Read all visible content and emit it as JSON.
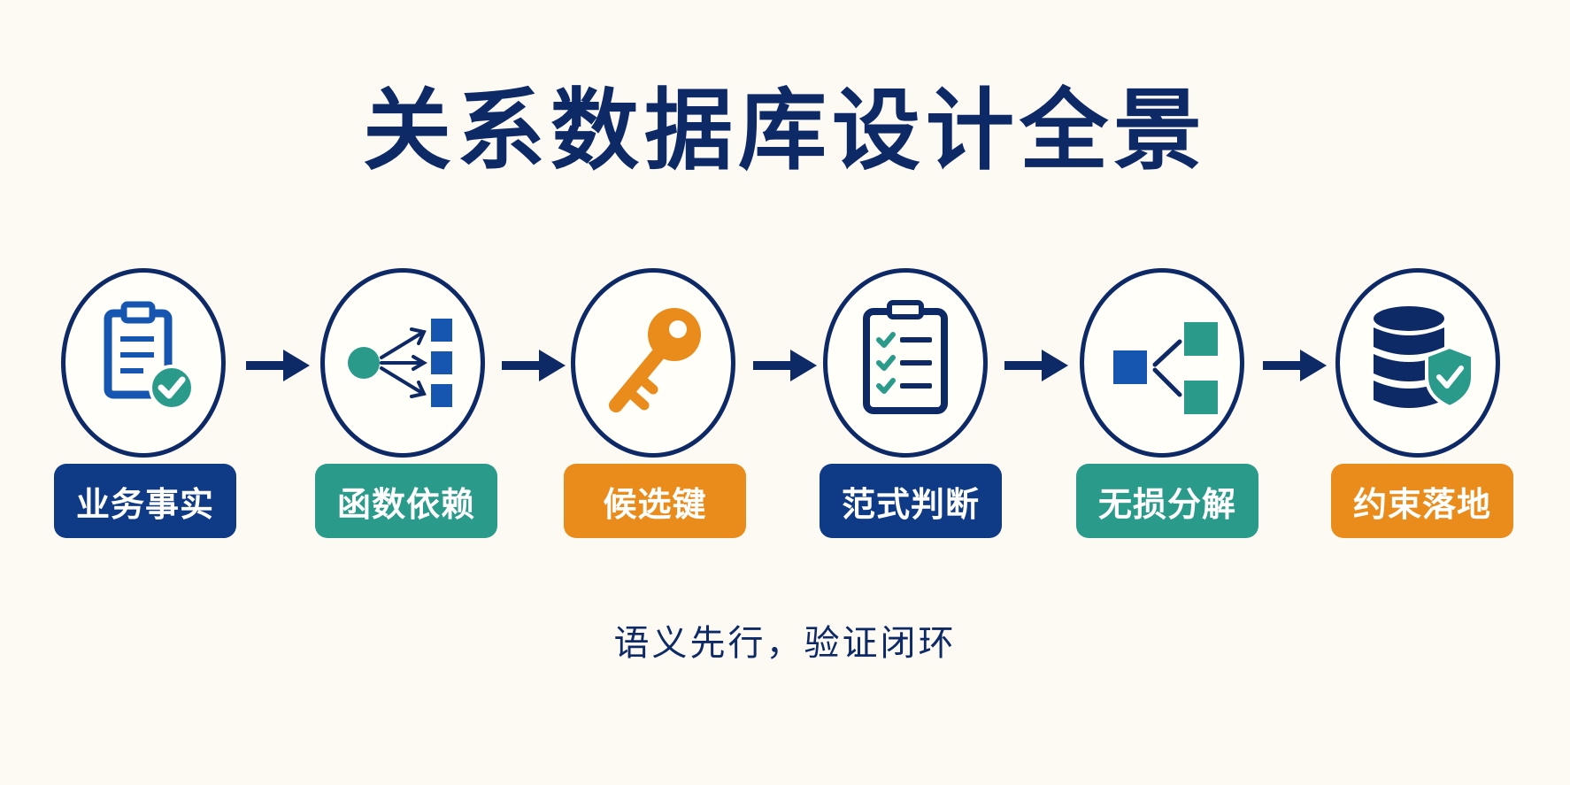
{
  "title": "关系数据库设计全景",
  "tagline": "语义先行，验证闭环",
  "colors": {
    "navy": "#0e2a66",
    "teal": "#2a9a8a",
    "orange": "#ea8c1c",
    "blue": "#1656b0"
  },
  "steps": [
    {
      "label": "业务事实",
      "color": "#0e3a86",
      "icon": "clipboard-check-icon"
    },
    {
      "label": "函数依赖",
      "color": "#2a9a8a",
      "icon": "dependency-fanout-icon"
    },
    {
      "label": "候选键",
      "color": "#ea8c1c",
      "icon": "key-icon"
    },
    {
      "label": "范式判断",
      "color": "#0e3a86",
      "icon": "checklist-icon"
    },
    {
      "label": "无损分解",
      "color": "#2a9a8a",
      "icon": "decomposition-icon"
    },
    {
      "label": "约束落地",
      "color": "#ea8c1c",
      "icon": "database-shield-icon"
    }
  ]
}
